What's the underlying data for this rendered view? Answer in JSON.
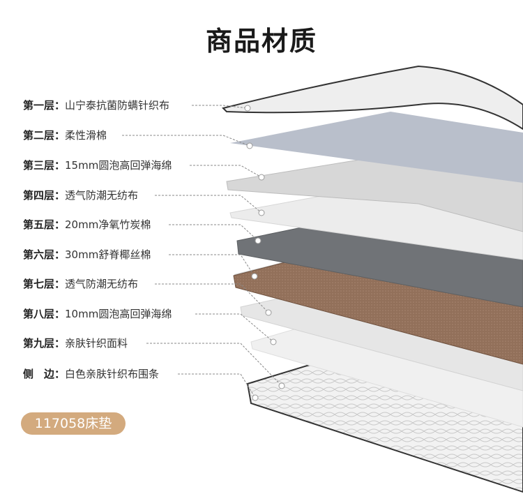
{
  "title": "商品材质",
  "layers": [
    {
      "key": "第一层：",
      "value": "山宁泰抗菌防螨针织布"
    },
    {
      "key": "第二层：",
      "value": "柔性滑棉"
    },
    {
      "key": "第三层：",
      "value": "15mm圆泡高回弹海绵"
    },
    {
      "key": "第四层：",
      "value": "透气防潮无纺布"
    },
    {
      "key": "第五层：",
      "value": "20mm净氧竹炭棉"
    },
    {
      "key": "第六层：",
      "value": "30mm舒脊椰丝棉"
    },
    {
      "key": "第七层：",
      "value": "透气防潮无纺布"
    },
    {
      "key": "第八层：",
      "value": "10mm圆泡高回弹海绵"
    },
    {
      "key": "第九层：",
      "value": "亲肤针织面料"
    },
    {
      "key": "侧　边：",
      "value": "白色亲肤针织布围条"
    }
  ],
  "badge": "117058床垫",
  "colors": {
    "badge": "#d3aa7e",
    "coir": "#8a6650",
    "charcoal": "#6f7275"
  }
}
